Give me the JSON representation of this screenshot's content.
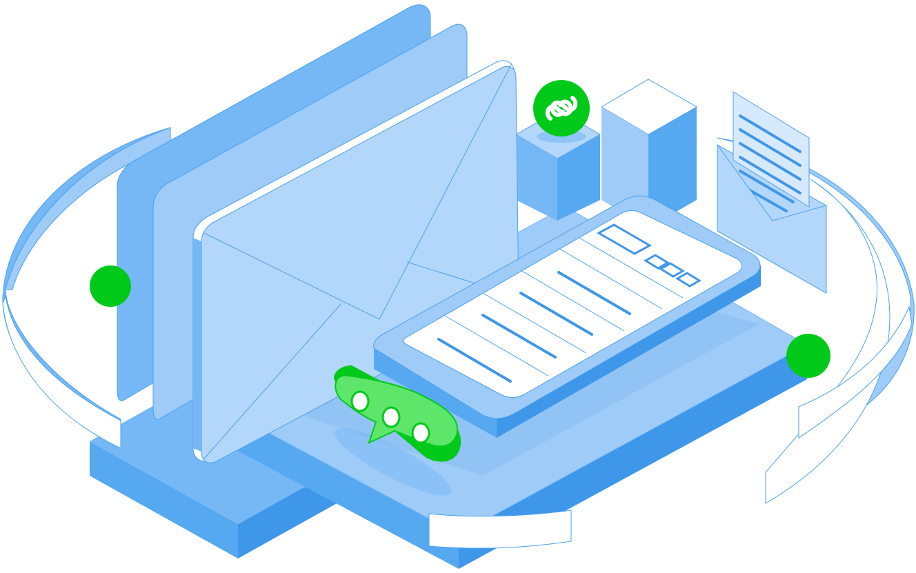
{
  "illustration": {
    "subject": "isometric-messaging-illustration",
    "elements": [
      "envelope",
      "phone",
      "chat-bubble",
      "mini-program-logo",
      "document-in-envelope",
      "green-dots",
      "orbit-rings",
      "platform-base",
      "cube-blocks"
    ]
  },
  "colors": {
    "blue_dark": "#3f97ea",
    "blue_mid": "#56a9f1",
    "blue_light": "#76b8f6",
    "blue_lighter": "#9ecbf8",
    "blue_pale": "#b3d6fb",
    "green": "#00c91a",
    "green_light": "#5de66a",
    "white": "#ffffff",
    "stroke": "#4aa0ee"
  },
  "icons": {
    "mini_program_icon": "mini-program-icon",
    "chat_bubble_icon": "chat-bubble-icon",
    "envelope_icon": "envelope-icon",
    "phone_icon": "phone-icon",
    "document_icon": "document-icon"
  }
}
